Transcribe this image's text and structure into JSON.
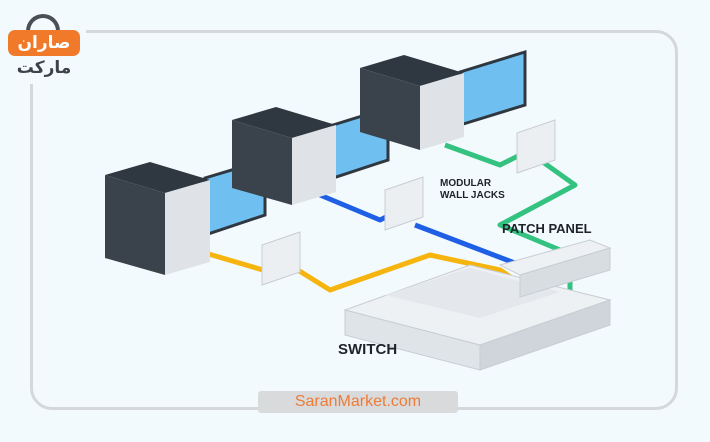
{
  "logo": {
    "line1": "صاران",
    "line2": "مارکت"
  },
  "labels": {
    "wall_jacks_line1": "MODULAR",
    "wall_jacks_line2": "WALL JACKS",
    "patch_panel": "PATCH PANEL",
    "switch": "SWITCH"
  },
  "footer": {
    "site": "SaranMarket.com"
  },
  "colors": {
    "cable_yellow": "#f6b40f",
    "cable_blue": "#1f5fe6",
    "cable_green": "#33c27f",
    "tower": "#3a424c",
    "brand": "#f07a2a"
  }
}
